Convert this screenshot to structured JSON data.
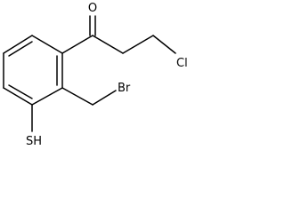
{
  "molecule": {
    "atoms": {
      "oxygen": "O",
      "chlorine": "Cl",
      "bromine": "Br",
      "thiol": "SH"
    }
  }
}
